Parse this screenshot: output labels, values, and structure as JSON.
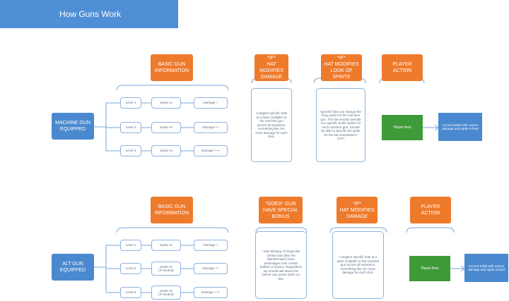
{
  "title": "How Guns Work",
  "colors": {
    "orange": "#ee7a2c",
    "blue": "#4a89cf",
    "green": "#3f9a39",
    "border": "#8cb3df"
  },
  "top": {
    "headers": {
      "basic": "BASIC GUN\nINFORMATION",
      "hat_damage": "*IF*\nHAT MODIFIES\nDAMAGE",
      "hat_sprite": "*IF*\nHAT MODIFIES\nLOOK OF SPRITE",
      "player_action": "PLAYER ACTION"
    },
    "gun": "MACHINE GUN\nEQUIPPED",
    "rows": [
      {
        "level": "Level 1",
        "sprite": "Sprite v1",
        "damage": "Damage +"
      },
      {
        "level": "Level 2",
        "sprite": "Sprite v2",
        "damage": "Damage ++"
      },
      {
        "level": "Level 3",
        "sprite": "Sprite v3",
        "damage": "Damage +++"
      }
    ],
    "note_damage": "I imagine specific hats at a base multiplier to the machine gun across all variations.\nSomething like 3% more damage for each shot.",
    "note_sprite": "Specific hats can change the firing sprite for the machine gun. The hat should override ALL specific bullet sprites for each machine gun.\nShould be able to specific the sprite for the hat somewhere? HAT!",
    "player_fires": "Player fires",
    "result": "Correct bullet with correct damage and sprite is fired"
  },
  "bottom": {
    "headers": {
      "basic": "BASIC GUN\nINFORMATION",
      "special": "*DOES* GUN\nHAVE SPECIAL\nBONUS",
      "hat_damage": "*IF*\nHAT MODIFIES\nDAMAGE",
      "player_action": "PLAYER ACTION"
    },
    "gun": "ALT GUN\nEQUIPPED",
    "rows": [
      {
        "level": "Level 1",
        "sprite": "Sprite v1",
        "damage": "Damage +"
      },
      {
        "level": "Level 2",
        "sprite": "Sprite v2\n(if needed)",
        "damage": "Damage ++"
      },
      {
        "level": "Level 3",
        "sprite": "Sprite v3\n(if needed)",
        "damage": "Damage +++"
      }
    ],
    "note_special": "I was thinking of things like certain hats (like the flamethrower) have advantages over certain bullets or bosses. Regardless we should talk about this before any works starts on this.",
    "note_damage": "I imagine specific hats at a base multiplier to the machine gun across all variations.\nSomething like 3% more damage for each shot.",
    "player_fires": "Player fires",
    "result": "Correct bullet with correct damage and sprite is fired"
  }
}
